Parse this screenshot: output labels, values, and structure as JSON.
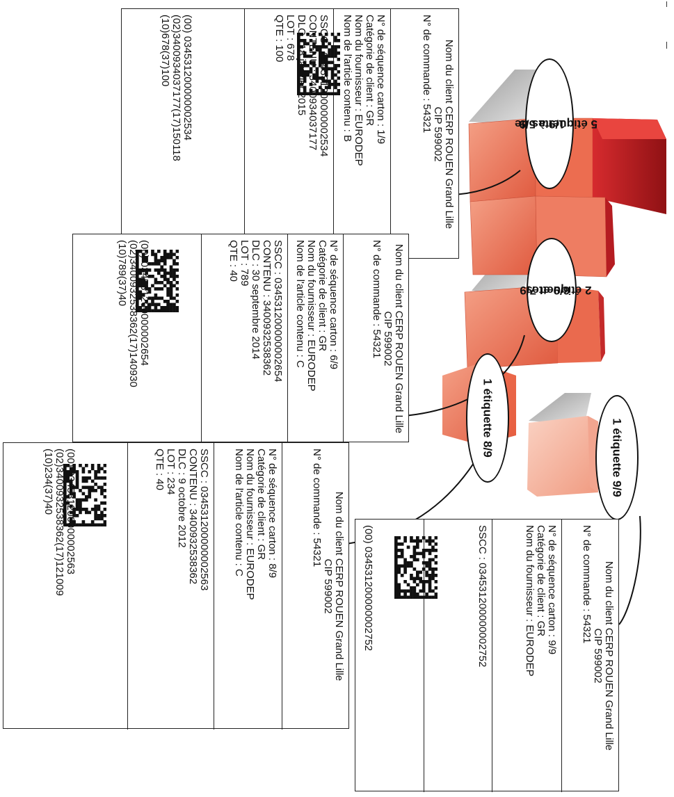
{
  "labels": [
    {
      "id": "label-1",
      "header": [
        "Nom du client CERP ROUEN Grand Lille",
        "CIP 599002",
        "N° de commande : 54321"
      ],
      "details": [
        "N° de séquence carton : 1/9",
        "Catégorie de client : GR",
        "Nom du fournisseur : EURODEP",
        "Nom de l'article contenu : B"
      ],
      "logistics": [
        "SSCC : 034531200000002534",
        "CONTENU : 3400934037177",
        "DLC : 18 janvier 2015",
        "LOT : 678",
        "QTE : 100"
      ],
      "barcode_text": [
        "(00) 034531200000002534",
        "(02)3400934037177(17)150118",
        "(10)678(37)100"
      ]
    },
    {
      "id": "label-2",
      "header": [
        "Nom du client CERP ROUEN Grand Lille",
        "CIP 599002",
        "N° de commande : 54321"
      ],
      "details": [
        "N° de séquence carton : 6/9",
        "Catégorie de client : GR",
        "Nom du fournisseur : EURODEP",
        "Nom de l'article contenu : C"
      ],
      "logistics": [
        "SSCC : 034531200000002654",
        "CONTENU : 3400932538362",
        "DLC : 30 septembre 2014",
        "LOT : 789",
        "QTE : 40"
      ],
      "barcode_text": [
        "(00) 034531200000002654",
        "(02)3400932538362(17)140930",
        "(10)789(37)40"
      ]
    },
    {
      "id": "label-3",
      "header": [
        "Nom du client CERP ROUEN Grand Lille",
        "CIP 599002",
        "N° de commande : 54321"
      ],
      "details": [
        "N° de séquence carton : 8/9",
        "Catégorie de client : GR",
        "Nom du fournisseur : EURODEP",
        "Nom de l'article contenu : C"
      ],
      "logistics": [
        "SSCC : 034531200000002563",
        "CONTENU : 3400932538362",
        "DLC : 9 octobre 2012",
        "LOT : 234",
        "QTE : 40"
      ],
      "barcode_text": [
        "(00) 034531200000002563",
        "(02)3400932538362(17)121009",
        "(10)234(37)40"
      ]
    },
    {
      "id": "label-4",
      "header": [
        "Nom du client CERP ROUEN Grand Lille",
        "CIP 599002",
        "N° de commande : 54321"
      ],
      "details": [
        "N° de séquence carton : 9/9",
        "Catégorie de client : GR",
        "Nom du fournisseur : EURODEP"
      ],
      "logistics": [
        "SSCC : 034531200000002752"
      ],
      "barcode_text": [
        "(00) 034531200000002752"
      ]
    }
  ],
  "callouts": [
    {
      "id": "callout-1",
      "lines": [
        "5 étiquettes de",
        "1/9 à 5/9"
      ]
    },
    {
      "id": "callout-2",
      "lines": [
        "2 étiquettes",
        "6/9 et 7/9"
      ]
    },
    {
      "id": "callout-3",
      "lines": [
        "1 étiquette 8/9"
      ]
    },
    {
      "id": "callout-4",
      "lines": [
        "1 étiquette 9/9"
      ]
    }
  ],
  "colors": {
    "box_front": "#ee7555",
    "box_light": "#f6a890",
    "box_dark": "#b01d20",
    "box_pale": "#f8c3b0",
    "label_border": "#222222"
  }
}
